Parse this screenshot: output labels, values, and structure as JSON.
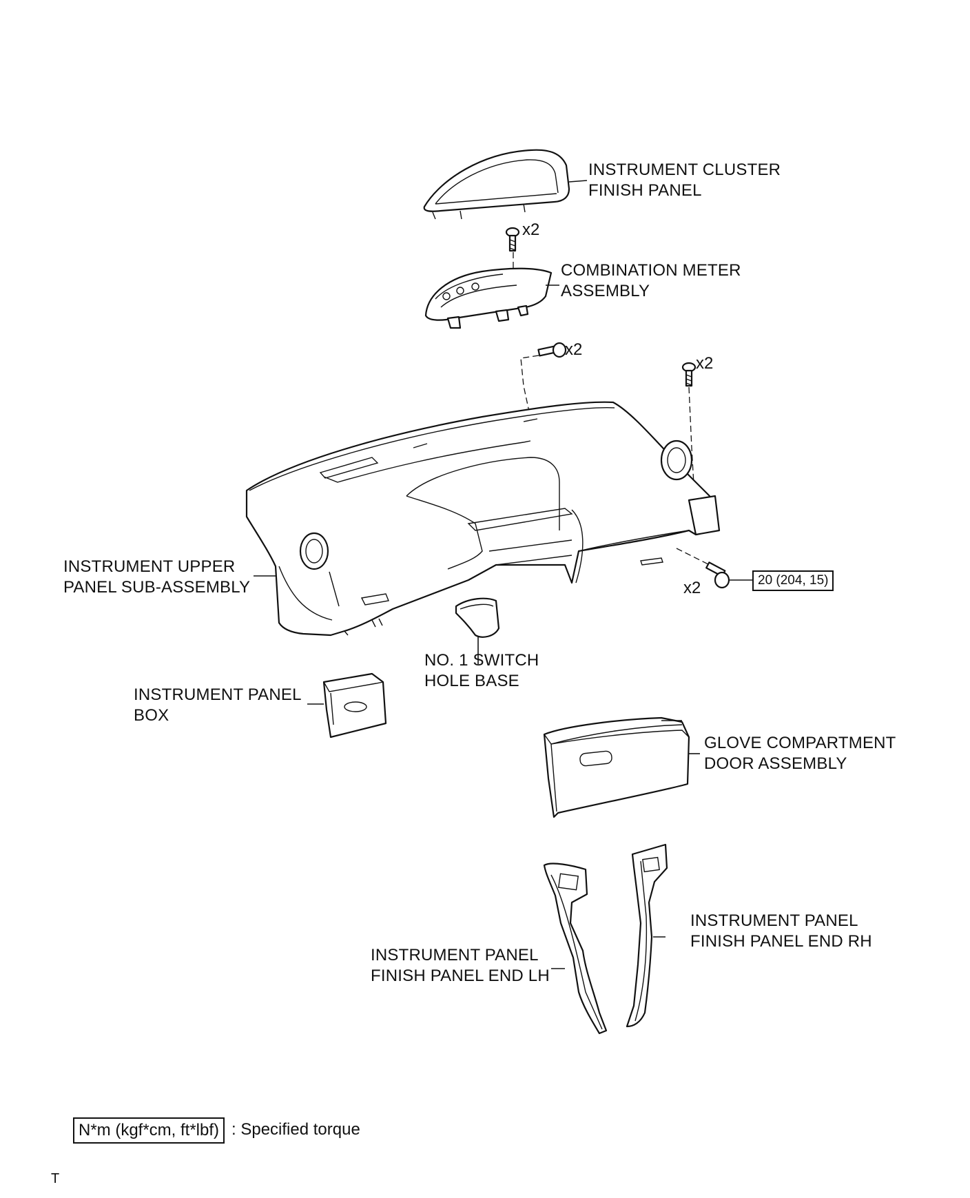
{
  "labels": {
    "cluster_finish_panel": [
      "INSTRUMENT CLUSTER",
      "FINISH PANEL"
    ],
    "combination_meter": [
      "COMBINATION METER",
      "ASSEMBLY"
    ],
    "upper_panel": [
      "INSTRUMENT UPPER",
      "PANEL SUB-ASSEMBLY"
    ],
    "switch_hole_base": [
      "NO. 1 SWITCH",
      "HOLE BASE"
    ],
    "panel_box": [
      "INSTRUMENT PANEL",
      "BOX"
    ],
    "glove_compartment": [
      "GLOVE COMPARTMENT",
      "DOOR ASSEMBLY"
    ],
    "finish_end_rh": [
      "INSTRUMENT PANEL",
      "FINISH PANEL END RH"
    ],
    "finish_end_lh": [
      "INSTRUMENT PANEL",
      "FINISH PANEL END LH"
    ]
  },
  "fasteners": {
    "screw_cluster_qty": "x2",
    "bolt_center_qty": "x2",
    "screw_right_qty": "x2",
    "bolt_lower_qty": "x2"
  },
  "torque": {
    "bolt_lower": "20 (204, 15)"
  },
  "legend": {
    "unit_box": "N*m (kgf*cm, ft*lbf)",
    "description": ": Specified torque"
  },
  "footer": {
    "corner_mark": "T"
  }
}
